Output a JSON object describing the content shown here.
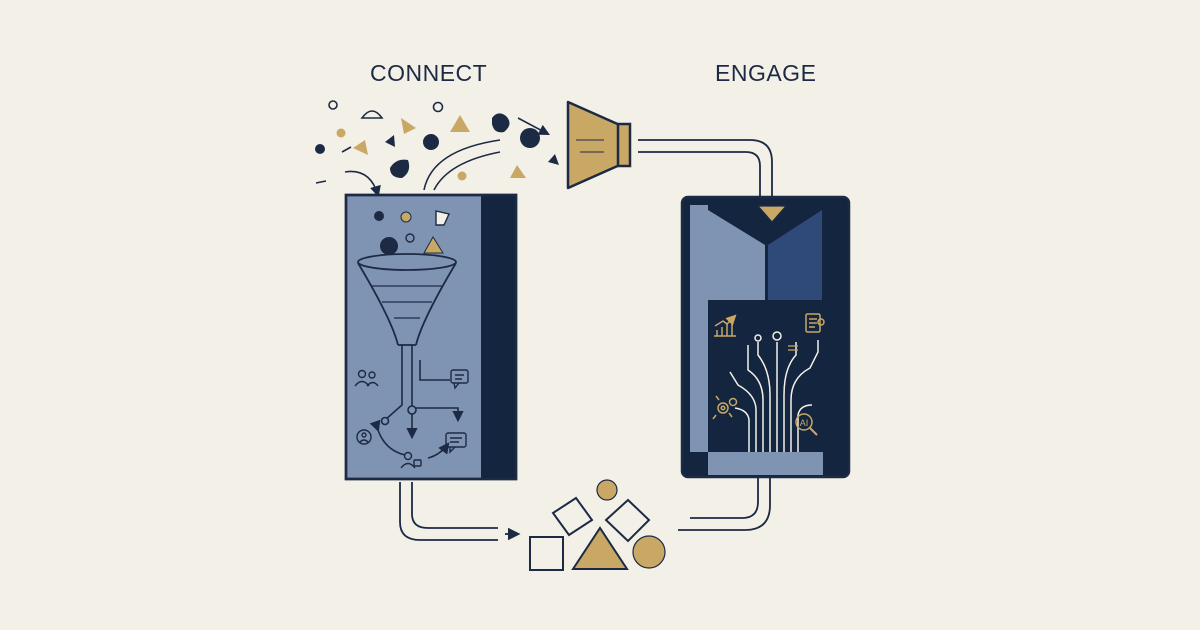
{
  "labels": {
    "connect": "CONNECT",
    "engage": "ENGAGE",
    "ai_badge": "AI"
  },
  "colors": {
    "background": "#f3f0e8",
    "ink": "#1d2a44",
    "navy": "#142540",
    "slate": "#7f93b3",
    "slate_dark": "#2f4a78",
    "gold": "#c9a866"
  },
  "icons": [
    "funnel-icon",
    "megaphone-icon",
    "people-icon",
    "chat-bubble-icon",
    "person-icon",
    "chart-icon",
    "document-icon",
    "gears-icon",
    "magnifier-icon"
  ]
}
